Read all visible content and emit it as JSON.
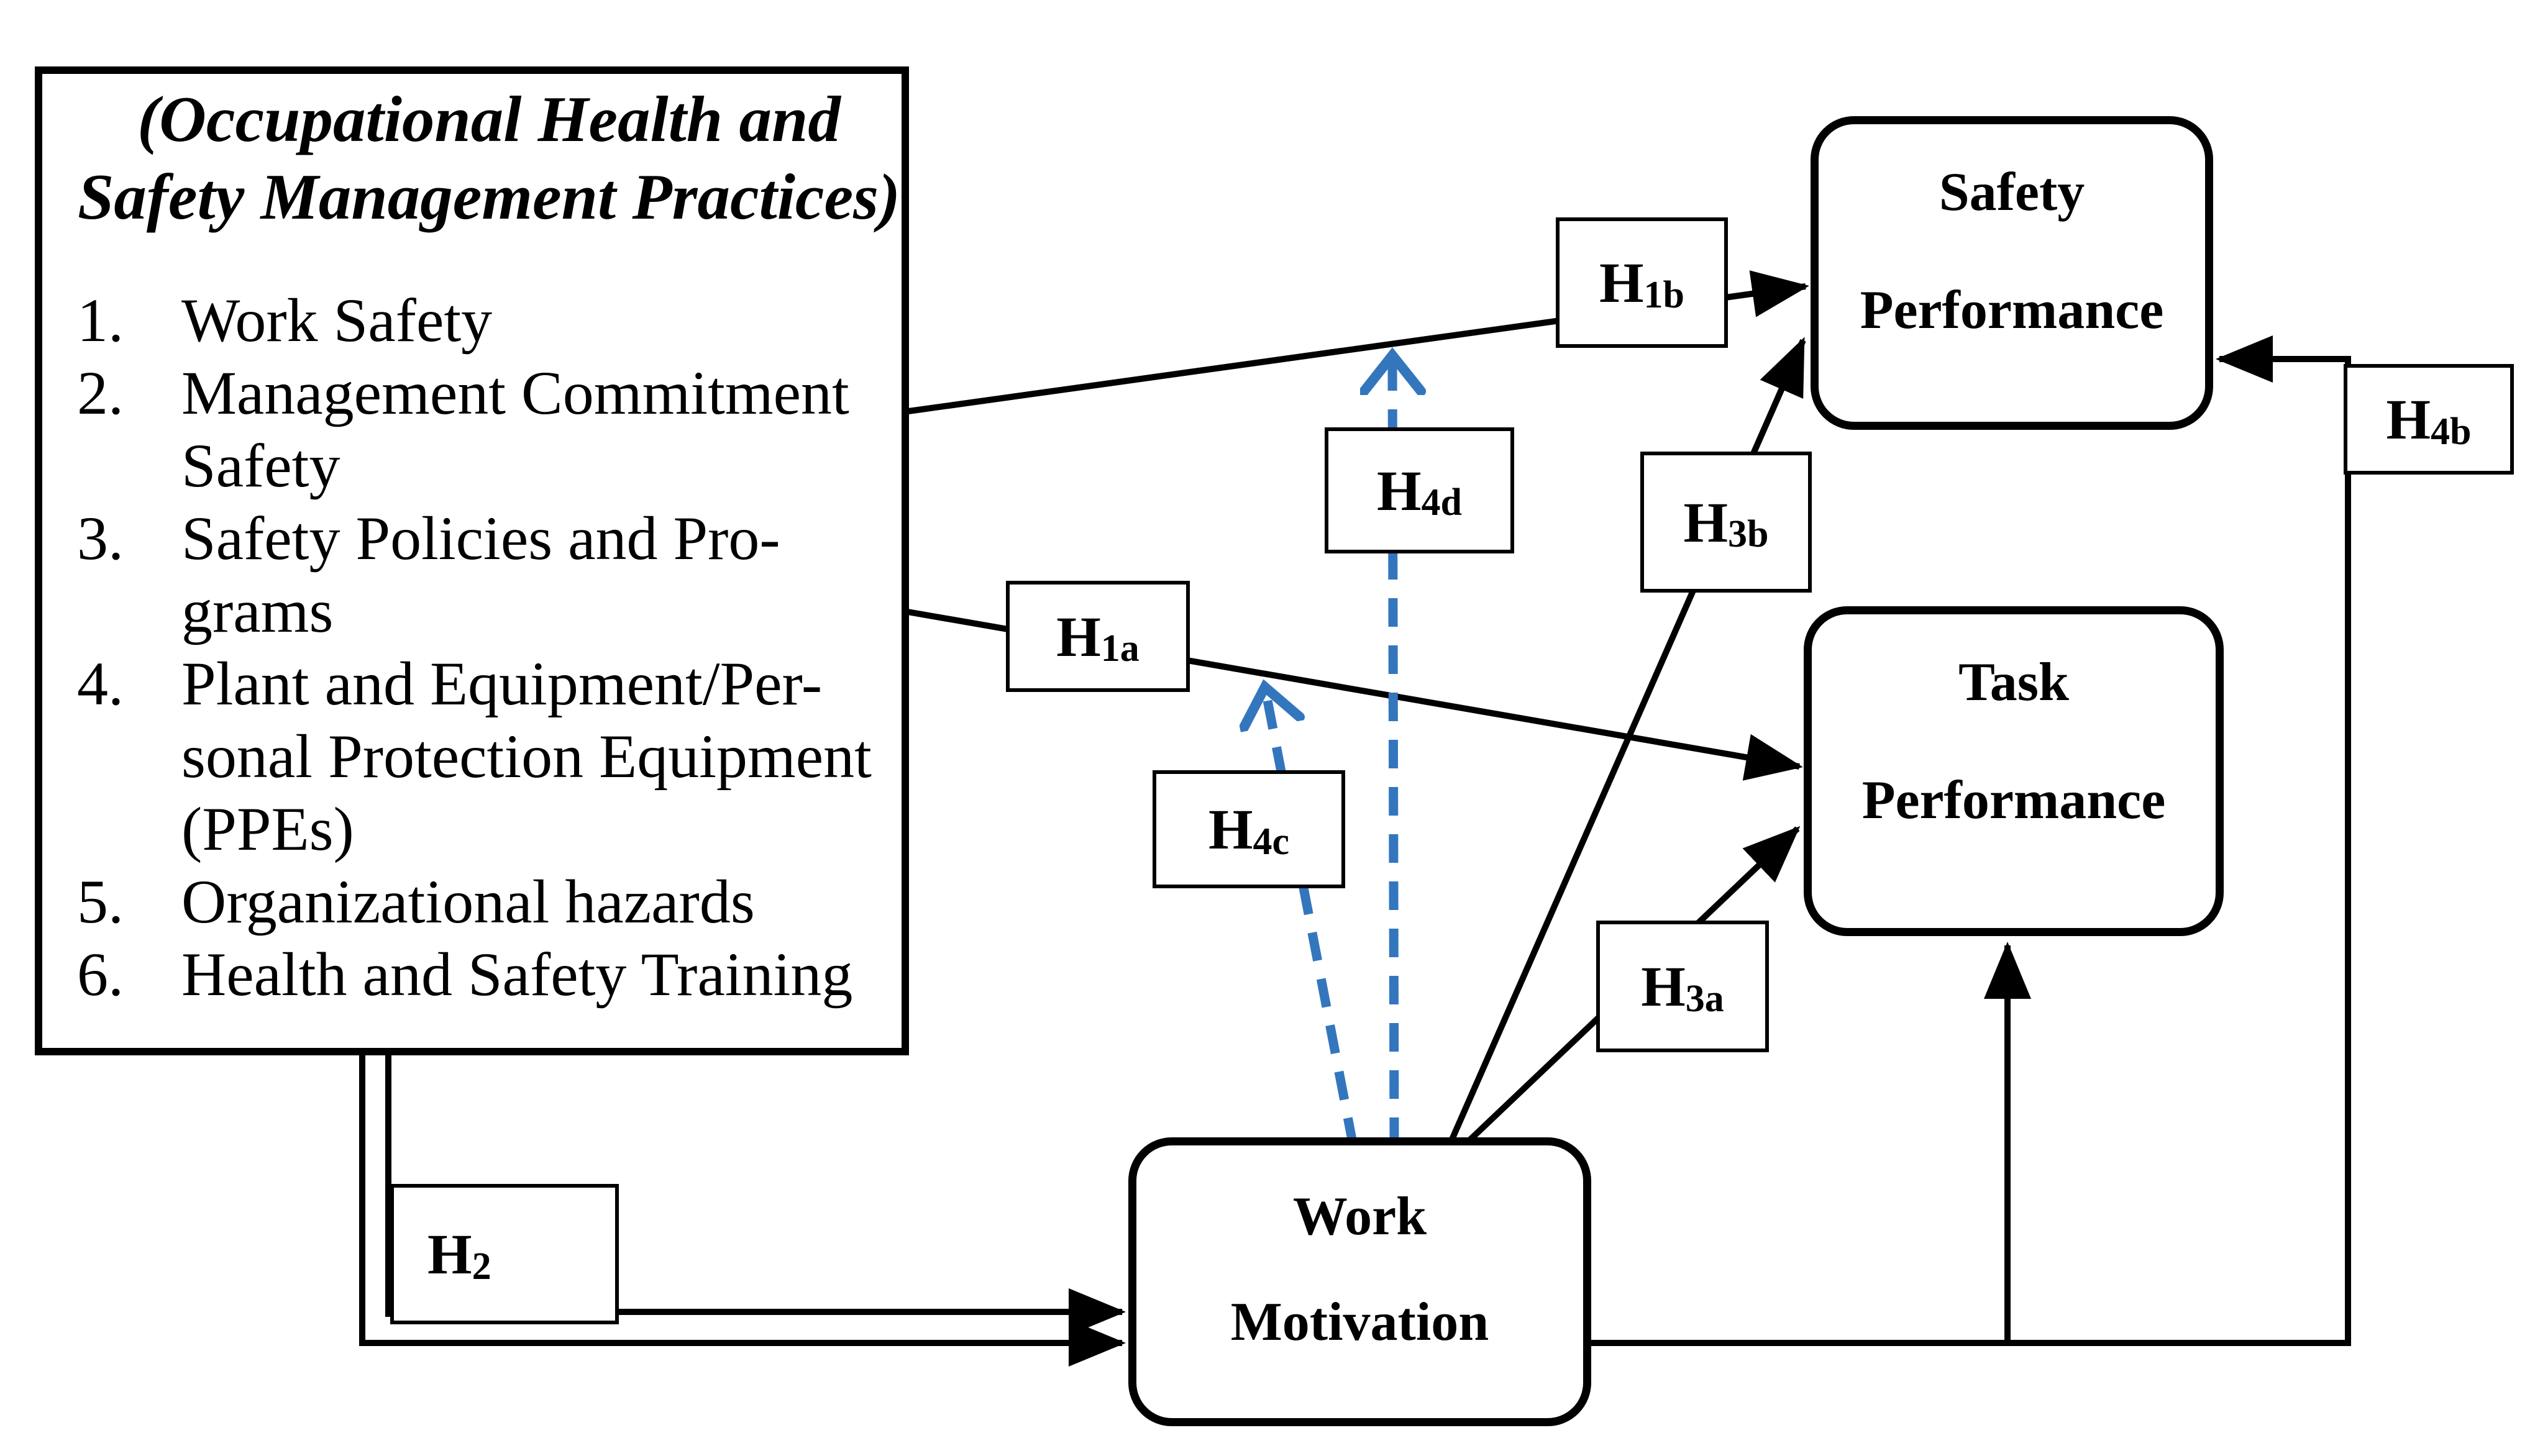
{
  "diagram": {
    "predictor_box": {
      "title": "(Occupational Health and\nSafety Management Practices)",
      "items": [
        {
          "num": "1.",
          "text": "Work Safety"
        },
        {
          "num": "2.",
          "text": "Management Commitment\nSafety"
        },
        {
          "num": "3.",
          "text": "Safety Policies and Pro-\ngrams"
        },
        {
          "num": "4.",
          "text": "Plant and Equipment/Per-\nsonal Protection Equipment\n(PPEs)"
        },
        {
          "num": "5.",
          "text": "Organizational hazards"
        },
        {
          "num": "6.",
          "text": "Health and Safety Training"
        }
      ]
    },
    "constructs": {
      "safety_performance": "Safety\nPerformance",
      "task_performance": "Task\nPerformance",
      "work_motivation": "Work\nMotivation"
    },
    "hypothesis_labels": {
      "h1a": {
        "main": "H",
        "sub": "1a"
      },
      "h1b": {
        "main": "H",
        "sub": "1b"
      },
      "h2": {
        "main": "H",
        "sub": "2"
      },
      "h3a": {
        "main": "H",
        "sub": "3a"
      },
      "h3b": {
        "main": "H",
        "sub": "3b"
      },
      "h4b": {
        "main": "H",
        "sub": "4b"
      },
      "h4c": {
        "main": "H",
        "sub": "4c"
      },
      "h4d": {
        "main": "H",
        "sub": "4d"
      }
    },
    "colors": {
      "line": "#000000",
      "moderation_arrow": "#3376BD",
      "background": "#FFFFFF"
    }
  }
}
